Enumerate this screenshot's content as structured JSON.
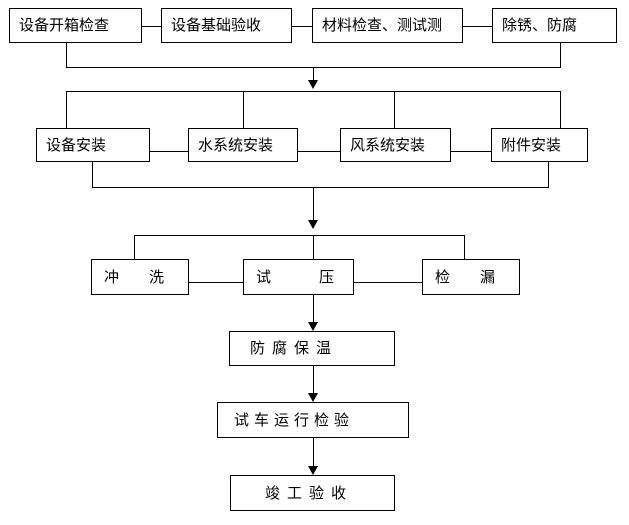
{
  "flow": {
    "row1": [
      "设备开箱检查",
      "设备基础验收",
      "材料检查、测试测",
      "除锈、防腐"
    ],
    "row2": [
      "设备安装",
      "水系统安装",
      "风系统安装",
      "附件安装"
    ],
    "row3": {
      "left_a": "冲",
      "left_b": "洗",
      "mid_a": "试",
      "mid_b": "压",
      "right_a": "检",
      "right_b": "漏"
    },
    "step_anticorrosion": "防腐保温",
    "step_trial_run": "试车运行检验",
    "step_completion": "竣工验收"
  }
}
